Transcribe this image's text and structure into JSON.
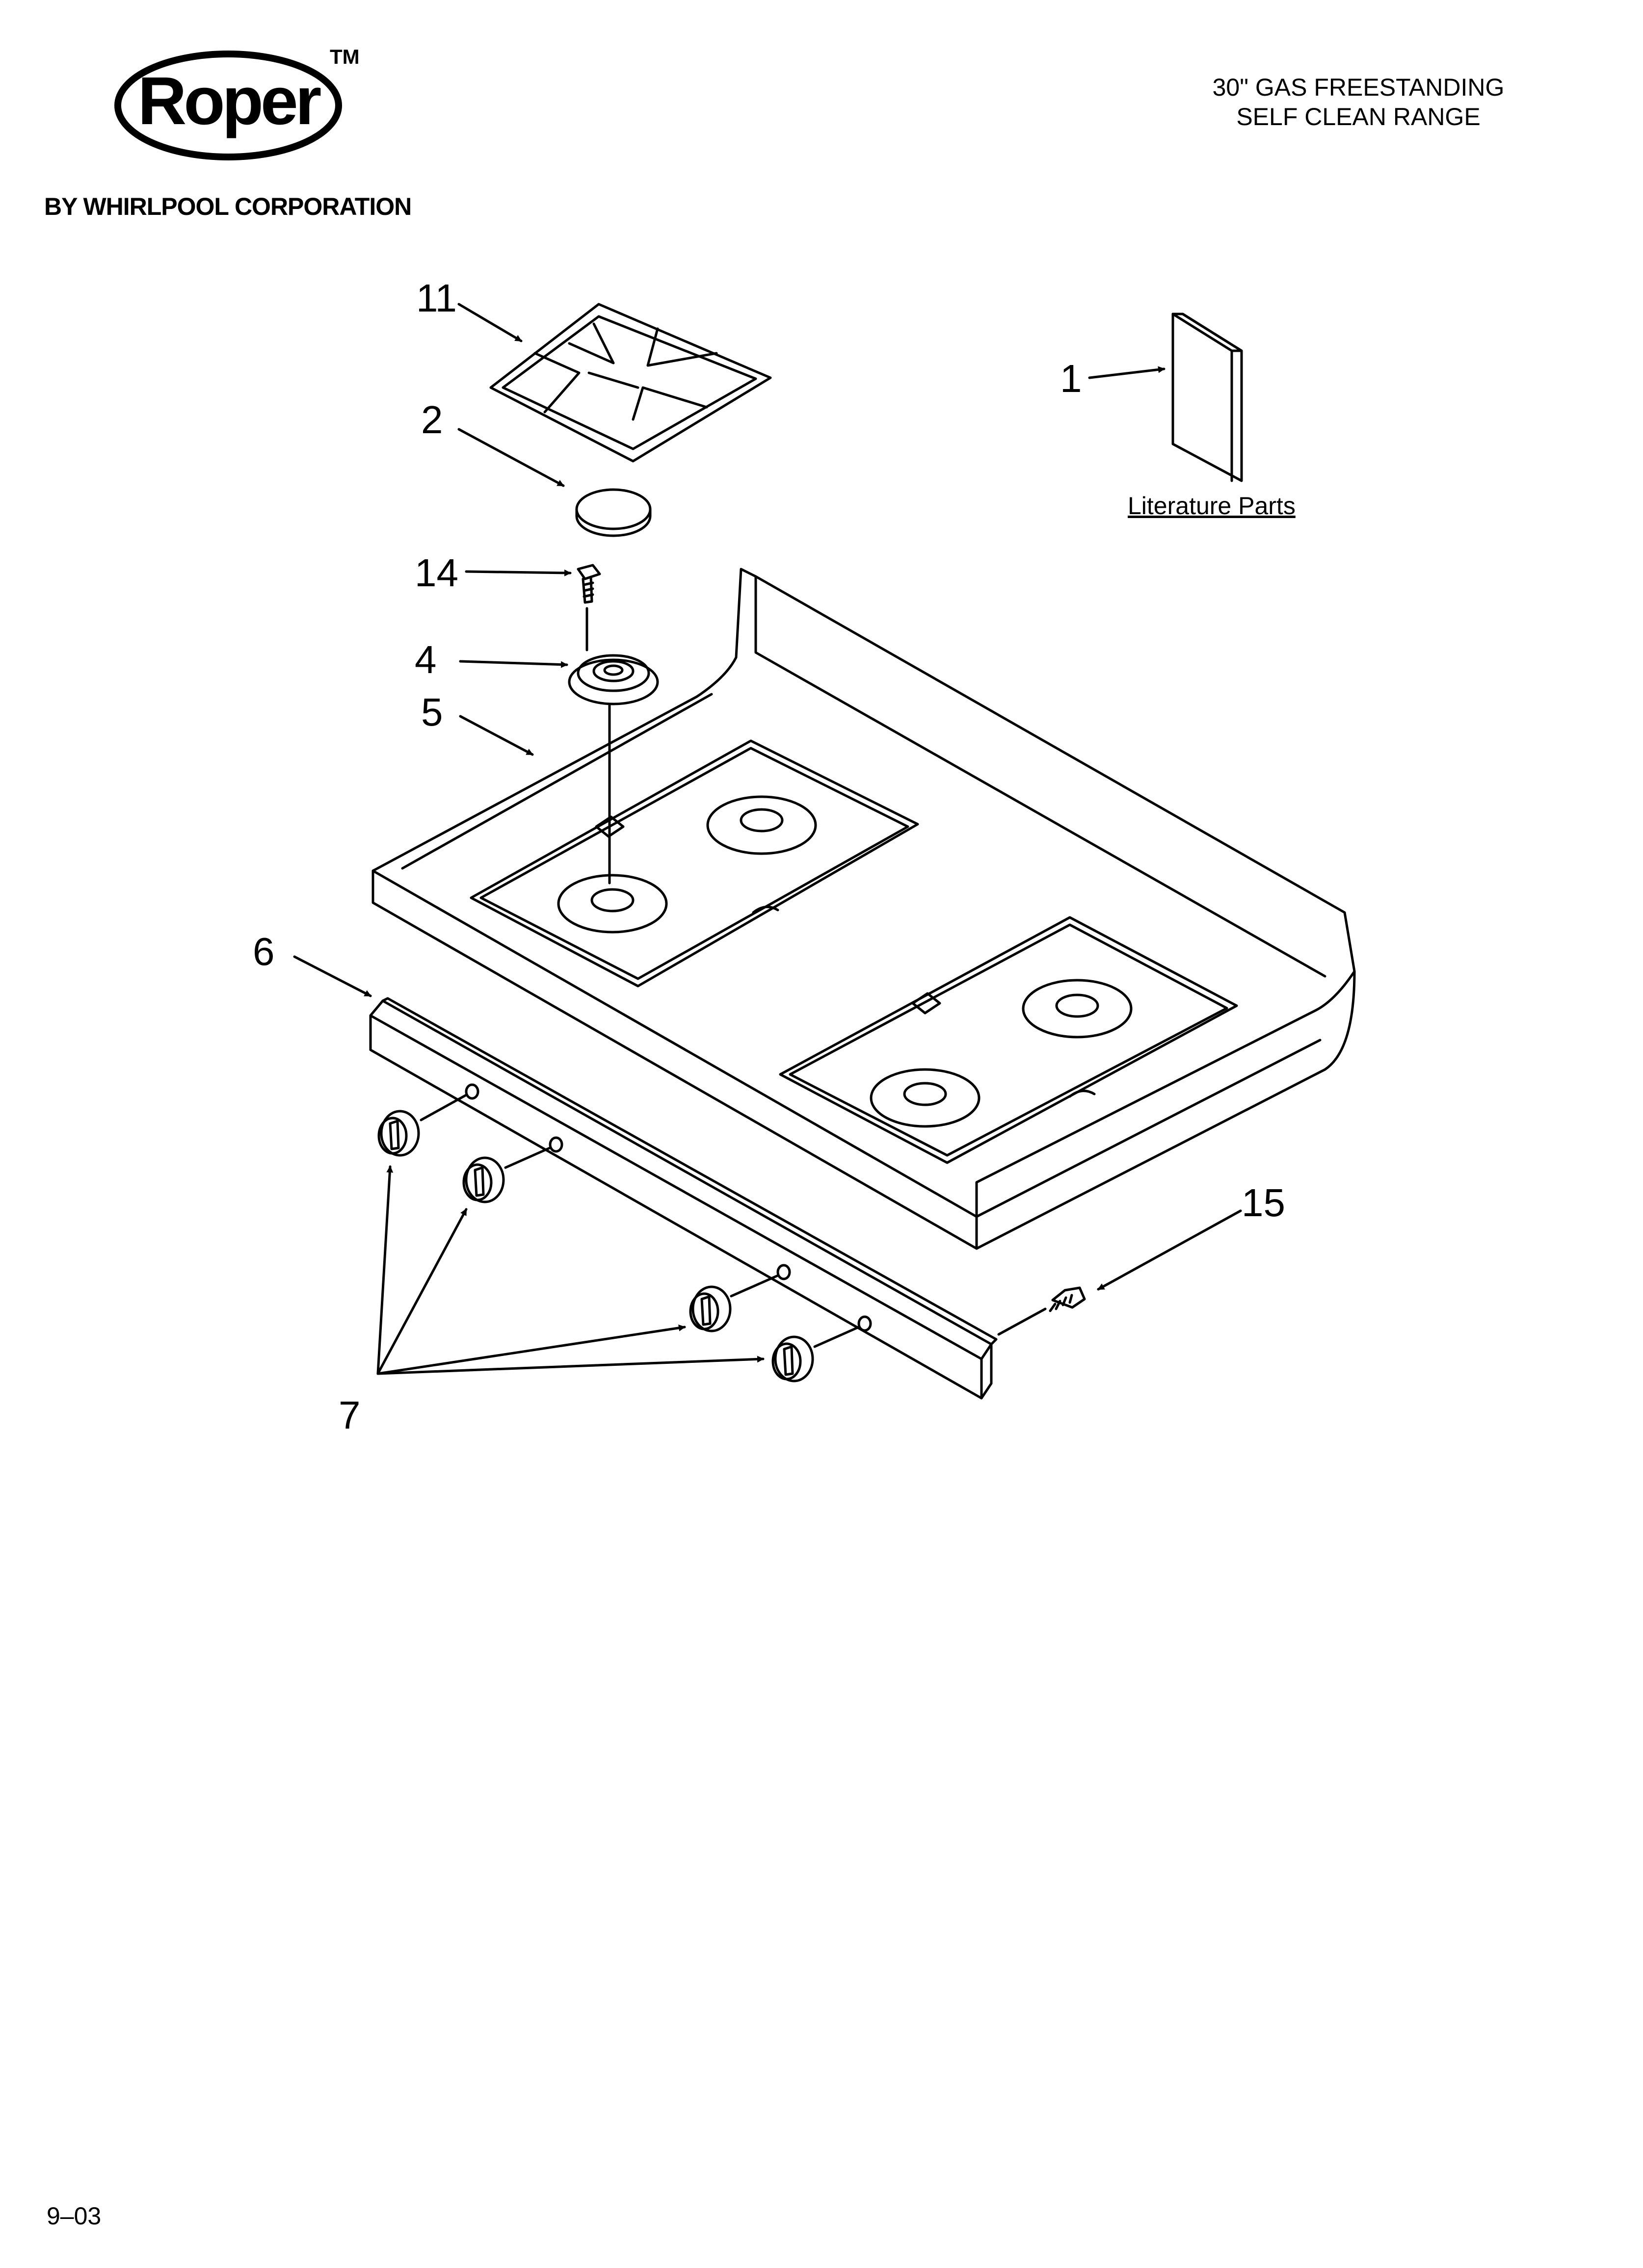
{
  "header": {
    "brand": "Roper",
    "trademark": "TM",
    "byline": "BY WHIRLPOOL CORPORATION",
    "title_lines": [
      "30\" GAS FREESTANDING",
      "SELF CLEAN RANGE"
    ]
  },
  "callouts": {
    "c11": "11",
    "c2": "2",
    "c14": "14",
    "c4": "4",
    "c5": "5",
    "c6": "6",
    "c7": "7",
    "c15": "15",
    "c1": "1"
  },
  "literature_label": "Literature Parts",
  "footer": {
    "date_code": "9–03"
  },
  "colors": {
    "ink": "#000000",
    "paper": "#ffffff"
  }
}
